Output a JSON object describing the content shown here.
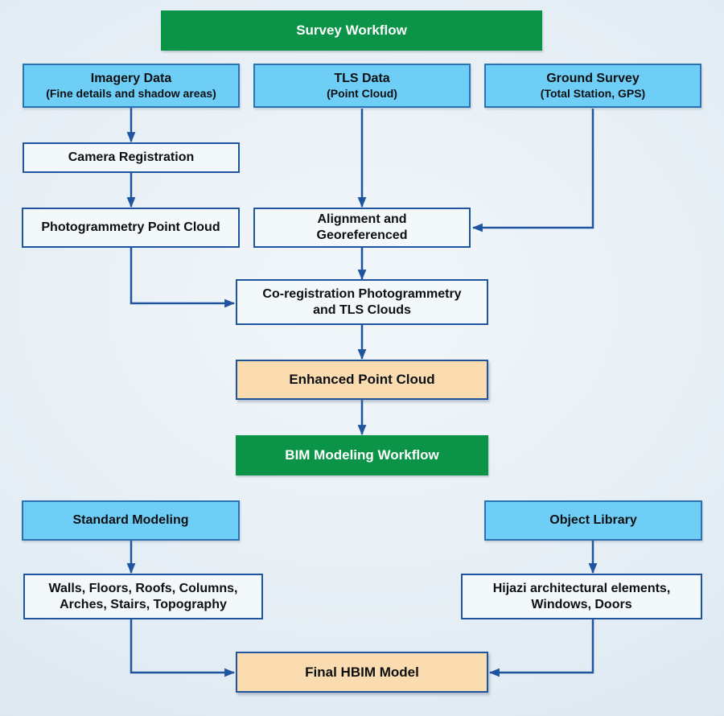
{
  "palette": {
    "banner-green": "#0b9347",
    "banner-text": "#ffffff",
    "blue-fill": "#6fcef5",
    "blue-border": "#2a72b4",
    "white-fill": "#f3f8fb",
    "orange-fill": "#fbdcb0",
    "line-navy": "#1f549e",
    "text-dark": "#0d1013"
  },
  "nodes": {
    "survey_banner": {
      "line1": "Survey Workflow"
    },
    "imagery": {
      "line1": "Imagery Data",
      "line2": "(Fine details and shadow areas)"
    },
    "tls": {
      "line1": "TLS Data",
      "line2": "(Point Cloud)"
    },
    "ground": {
      "line1": "Ground Survey",
      "line2": "(Total Station, GPS)"
    },
    "camera": {
      "line1": "Camera Registration"
    },
    "photogrammetry": {
      "line1": "Photogrammetry Point Cloud"
    },
    "alignment": {
      "line1": "Alignment and",
      "line2": "Georeferenced"
    },
    "coreg": {
      "line1": "Co-registration Photogrammetry",
      "line2": "and TLS Clouds"
    },
    "enhanced": {
      "line1": "Enhanced Point Cloud"
    },
    "bim_banner": {
      "line1": "BIM Modeling Workflow"
    },
    "standard": {
      "line1": "Standard Modeling"
    },
    "object_library": {
      "line1": "Object Library"
    },
    "walls": {
      "line1": "Walls, Floors, Roofs, Columns,",
      "line2": "Arches, Stairs, Topography"
    },
    "hijazi": {
      "line1": "Hijazi architectural elements,",
      "line2": "Windows, Doors"
    },
    "final": {
      "line1": "Final HBIM Model"
    }
  }
}
